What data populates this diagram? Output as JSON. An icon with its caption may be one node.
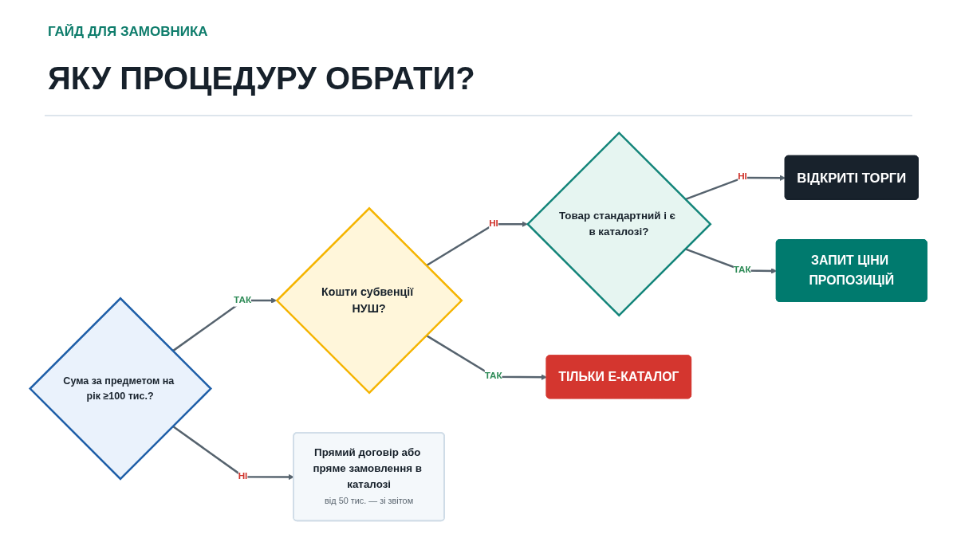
{
  "diagram": {
    "title": "ЯКУ ПРОЦЕДУРУ ОБРАТИ?",
    "nodes": [
      {
        "text": [
          "Сума за предметом на рік ≥100 тис.?"
        ]
      },
      {
        "text": [
          "Кошти субвенції НУШ?"
        ]
      },
      {
        "text": [
          "Товар стандартний і є в каталозі?"
        ]
      },
      {
        "text": [
          "ВІДКРИТІ ТОРГИ"
        ]
      },
      {
        "text": [
          "Прямий договір або пряме замовлення в каталозі",
          "від 50 тис. — зі звітом"
        ]
      },
      {
        "text": [
          "ТІЛЬКИ Е-КАТАЛОГ"
        ]
      },
      {
        "text": [
          "ЗАПИТ ЦІНИ ПРОПОЗИЦІЙ"
        ]
      }
    ],
    "edges": [
      {
        "from": 0,
        "to": 1,
        "arrow": "to",
        "label": "ТАК"
      },
      {
        "from": 0,
        "to": 4,
        "arrow": "to",
        "label": "НІ"
      },
      {
        "from": 1,
        "to": 2,
        "arrow": "to",
        "label": "НІ"
      },
      {
        "from": 1,
        "to": 5,
        "arrow": "to",
        "label": "ТАК"
      },
      {
        "from": 2,
        "to": 3,
        "arrow": "to",
        "label": "НІ"
      },
      {
        "from": 2,
        "to": 6,
        "arrow": "to",
        "label": "ТАК"
      }
    ],
    "labels": [
      "ГАЙД ДЛЯ ЗАМОВНИКА"
    ]
  }
}
